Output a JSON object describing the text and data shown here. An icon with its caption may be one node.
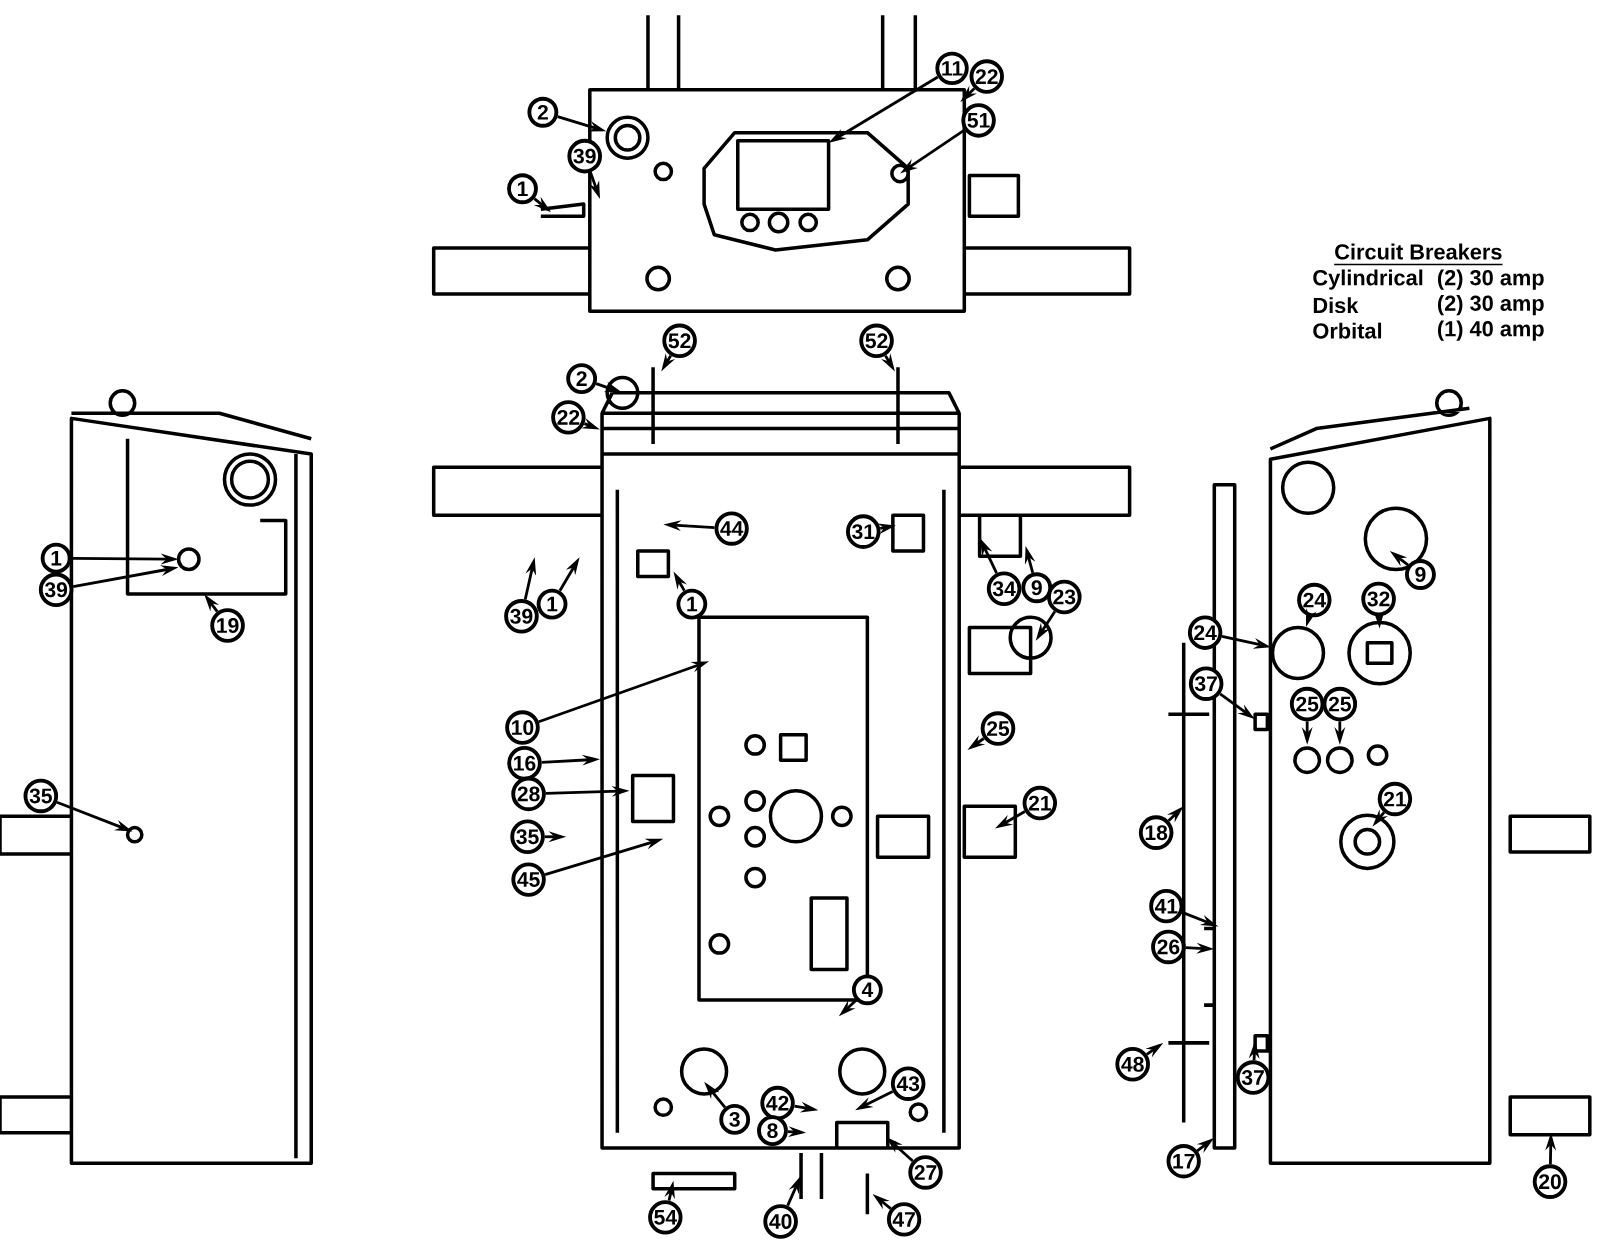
{
  "diagram": {
    "nodes": [
      {
        "text": [
          "2"
        ]
      },
      {
        "text": [
          "39"
        ]
      },
      {
        "text": [
          "1"
        ]
      },
      {
        "text": [
          "11"
        ]
      },
      {
        "text": [
          "22"
        ]
      },
      {
        "text": [
          "51"
        ]
      },
      {
        "text": [
          "52"
        ]
      },
      {
        "text": [
          "52"
        ]
      },
      {
        "text": [
          "2"
        ]
      },
      {
        "text": [
          "22"
        ]
      },
      {
        "text": [
          "44"
        ]
      },
      {
        "text": [
          "31"
        ]
      },
      {
        "text": [
          "34"
        ]
      },
      {
        "text": [
          "9"
        ]
      },
      {
        "text": [
          "23"
        ]
      },
      {
        "text": [
          "39"
        ]
      },
      {
        "text": [
          "1"
        ]
      },
      {
        "text": [
          "1"
        ]
      },
      {
        "text": [
          "10"
        ]
      },
      {
        "text": [
          "16"
        ]
      },
      {
        "text": [
          "28"
        ]
      },
      {
        "text": [
          "35"
        ]
      },
      {
        "text": [
          "45"
        ]
      },
      {
        "text": [
          "25"
        ]
      },
      {
        "text": [
          "21"
        ]
      },
      {
        "text": [
          "4"
        ]
      },
      {
        "text": [
          "3"
        ]
      },
      {
        "text": [
          "42"
        ]
      },
      {
        "text": [
          "43"
        ]
      },
      {
        "text": [
          "8"
        ]
      },
      {
        "text": [
          "27"
        ]
      },
      {
        "text": [
          "40"
        ]
      },
      {
        "text": [
          "47"
        ]
      },
      {
        "text": [
          "54"
        ]
      },
      {
        "text": [
          "1"
        ]
      },
      {
        "text": [
          "39"
        ]
      },
      {
        "text": [
          "19"
        ]
      },
      {
        "text": [
          "35"
        ]
      },
      {
        "text": [
          "9"
        ]
      },
      {
        "text": [
          "24"
        ]
      },
      {
        "text": [
          "32"
        ]
      },
      {
        "text": [
          "24"
        ]
      },
      {
        "text": [
          "37"
        ]
      },
      {
        "text": [
          "25"
        ]
      },
      {
        "text": [
          "25"
        ]
      },
      {
        "text": [
          "21"
        ]
      },
      {
        "text": [
          "18"
        ]
      },
      {
        "text": [
          "41"
        ]
      },
      {
        "text": [
          "26"
        ]
      },
      {
        "text": [
          "48"
        ]
      },
      {
        "text": [
          "37"
        ]
      },
      {
        "text": [
          "17"
        ]
      },
      {
        "text": [
          "20"
        ]
      },
      {
        "text": [],
        "shape": "circle"
      },
      {
        "text": [],
        "shape": "circle"
      }
    ],
    "edges": [
      {
        "from": 0,
        "to": 53,
        "arrow": "to"
      },
      {
        "from": 1,
        "to": null,
        "arrow": "to"
      },
      {
        "from": 2,
        "to": null,
        "arrow": "to"
      },
      {
        "from": 3,
        "to": null,
        "arrow": "to"
      },
      {
        "from": 4,
        "to": null,
        "arrow": "to"
      },
      {
        "from": 5,
        "to": null,
        "arrow": "to"
      },
      {
        "from": 6,
        "to": null,
        "arrow": "to"
      },
      {
        "from": 7,
        "to": null,
        "arrow": "to"
      },
      {
        "from": 8,
        "to": null,
        "arrow": "to"
      },
      {
        "from": 9,
        "to": null,
        "arrow": "to"
      },
      {
        "from": 10,
        "to": null,
        "arrow": "to"
      },
      {
        "from": 11,
        "to": null,
        "arrow": "to"
      },
      {
        "from": 12,
        "to": null,
        "arrow": "to"
      },
      {
        "from": 13,
        "to": null,
        "arrow": "to"
      },
      {
        "from": 14,
        "to": null,
        "arrow": "to"
      },
      {
        "from": 15,
        "to": null,
        "arrow": "to"
      },
      {
        "from": 16,
        "to": null,
        "arrow": "to"
      },
      {
        "from": 17,
        "to": null,
        "arrow": "to"
      },
      {
        "from": 18,
        "to": null,
        "arrow": "to"
      },
      {
        "from": 19,
        "to": null,
        "arrow": "to"
      },
      {
        "from": 20,
        "to": null,
        "arrow": "to"
      },
      {
        "from": 21,
        "to": null,
        "arrow": "to"
      },
      {
        "from": 22,
        "to": null,
        "arrow": "to"
      },
      {
        "from": 23,
        "to": null,
        "arrow": "to"
      },
      {
        "from": 24,
        "to": null,
        "arrow": "to"
      },
      {
        "from": 25,
        "to": null,
        "arrow": "to"
      },
      {
        "from": 26,
        "to": null,
        "arrow": "to"
      },
      {
        "from": 27,
        "to": null,
        "arrow": "to"
      },
      {
        "from": 28,
        "to": null,
        "arrow": "to"
      },
      {
        "from": 29,
        "to": null,
        "arrow": "to"
      },
      {
        "from": 30,
        "to": null,
        "arrow": "to"
      },
      {
        "from": 31,
        "to": null,
        "arrow": "to"
      },
      {
        "from": 32,
        "to": null,
        "arrow": "to"
      },
      {
        "from": 33,
        "to": null,
        "arrow": "to"
      },
      {
        "from": 34,
        "to": null,
        "arrow": "to"
      },
      {
        "from": 35,
        "to": null,
        "arrow": "to"
      },
      {
        "from": 36,
        "to": null,
        "arrow": "to"
      },
      {
        "from": 37,
        "to": null,
        "arrow": "to"
      },
      {
        "from": 38,
        "to": null,
        "arrow": "to"
      },
      {
        "from": 39,
        "to": 54,
        "arrow": "to"
      },
      {
        "from": 40,
        "to": null,
        "arrow": "to"
      },
      {
        "from": 41,
        "to": 54,
        "arrow": "to"
      },
      {
        "from": 42,
        "to": null,
        "arrow": "to"
      },
      {
        "from": 43,
        "to": null,
        "arrow": "to"
      },
      {
        "from": 44,
        "to": null,
        "arrow": "to"
      },
      {
        "from": 45,
        "to": null,
        "arrow": "to"
      },
      {
        "from": 46,
        "to": null,
        "arrow": "to"
      },
      {
        "from": 47,
        "to": null,
        "arrow": "to"
      },
      {
        "from": 48,
        "to": null,
        "arrow": "to"
      },
      {
        "from": 49,
        "to": null,
        "arrow": "to"
      },
      {
        "from": 50,
        "to": null,
        "arrow": "to"
      },
      {
        "from": 51,
        "to": null,
        "arrow": "to"
      },
      {
        "from": 52,
        "to": null,
        "arrow": "to"
      }
    ],
    "labels": [
      "Circuit Breakers",
      "Cylindrical",
      "(2) 30 amp",
      "Disk",
      "(2) 30 amp",
      "Orbital",
      "(1) 40 amp"
    ]
  }
}
